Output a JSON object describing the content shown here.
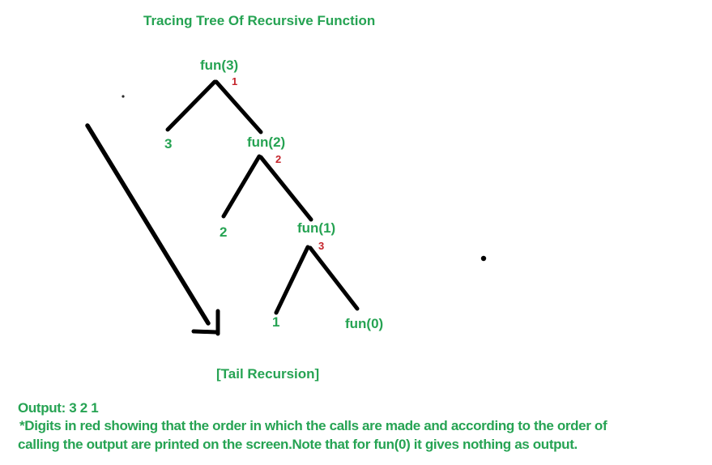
{
  "title": "Tracing Tree Of Recursive Function",
  "colors": {
    "green": "#26a353",
    "red": "#c5242b",
    "line": "#000000",
    "background": "#ffffff"
  },
  "tree": {
    "nodes": [
      {
        "label": "fun(3)",
        "call_order": "1",
        "output_value": "3"
      },
      {
        "label": "fun(2)",
        "call_order": "2",
        "output_value": "2"
      },
      {
        "label": "fun(1)",
        "call_order": "3",
        "output_value": "1"
      },
      {
        "label": "fun(0)",
        "call_order": "",
        "output_value": ""
      }
    ],
    "caption": "[Tail Recursion]"
  },
  "footer": {
    "output_line": "Output: 3 2 1",
    "note_line_1": "*Digits in red showing that the order in which the calls are made and according to the order of",
    "note_line_2": "calling the output are printed on the screen.Note that for fun(0) it gives nothing as output."
  }
}
